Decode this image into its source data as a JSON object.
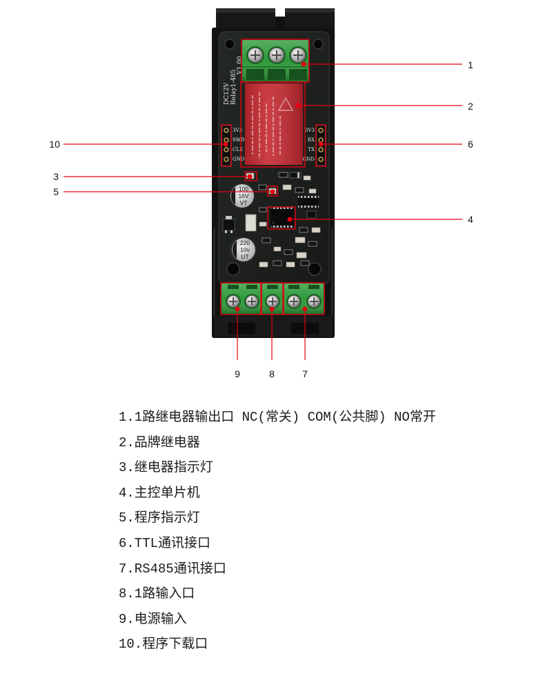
{
  "colors": {
    "callout": "#e60012",
    "terminal_green": "#2f9a3a",
    "relay_red": "#c4272e"
  },
  "callouts": [
    "1",
    "2",
    "3",
    "4",
    "5",
    "6",
    "7",
    "8",
    "9",
    "10"
  ],
  "board": {
    "silkscreen": {
      "power": "DC12V",
      "model": "Relay1-485",
      "version": "V1.00"
    },
    "swd_header": [
      "3V3",
      "SWD",
      "CLK",
      "GND"
    ],
    "ttl_header": [
      "3V3",
      "RX",
      "TX",
      "GND"
    ],
    "capacitor_1": [
      "100",
      "16V",
      "VT"
    ],
    "capacitor_2": [
      "220",
      "10v",
      "UT"
    ]
  },
  "legend": [
    "1.1路继电器输出口 NC(常关) COM(公共脚) NO常开",
    "2.品牌继电器",
    "3.继电器指示灯",
    "4.主控单片机",
    "5.程序指示灯",
    "6.TTL通讯接口",
    "7.RS485通讯接口",
    "8.1路输入口",
    "9.电源输入",
    "10.程序下载口"
  ]
}
